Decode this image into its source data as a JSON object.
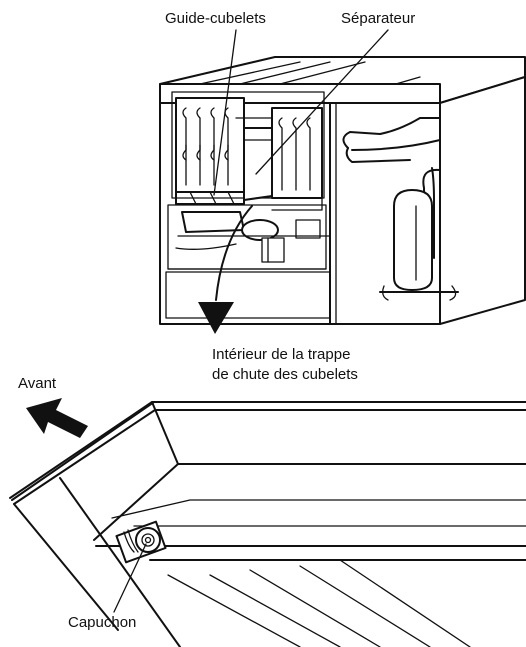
{
  "labels": {
    "guide": "Guide-cubelets",
    "separator": "Séparateur",
    "interior_line1": "Intérieur de la trappe",
    "interior_line2": "de chute des cubelets",
    "front": "Avant",
    "cap": "Capuchon"
  },
  "colors": {
    "ink": "#111111",
    "paper": "#ffffff"
  }
}
